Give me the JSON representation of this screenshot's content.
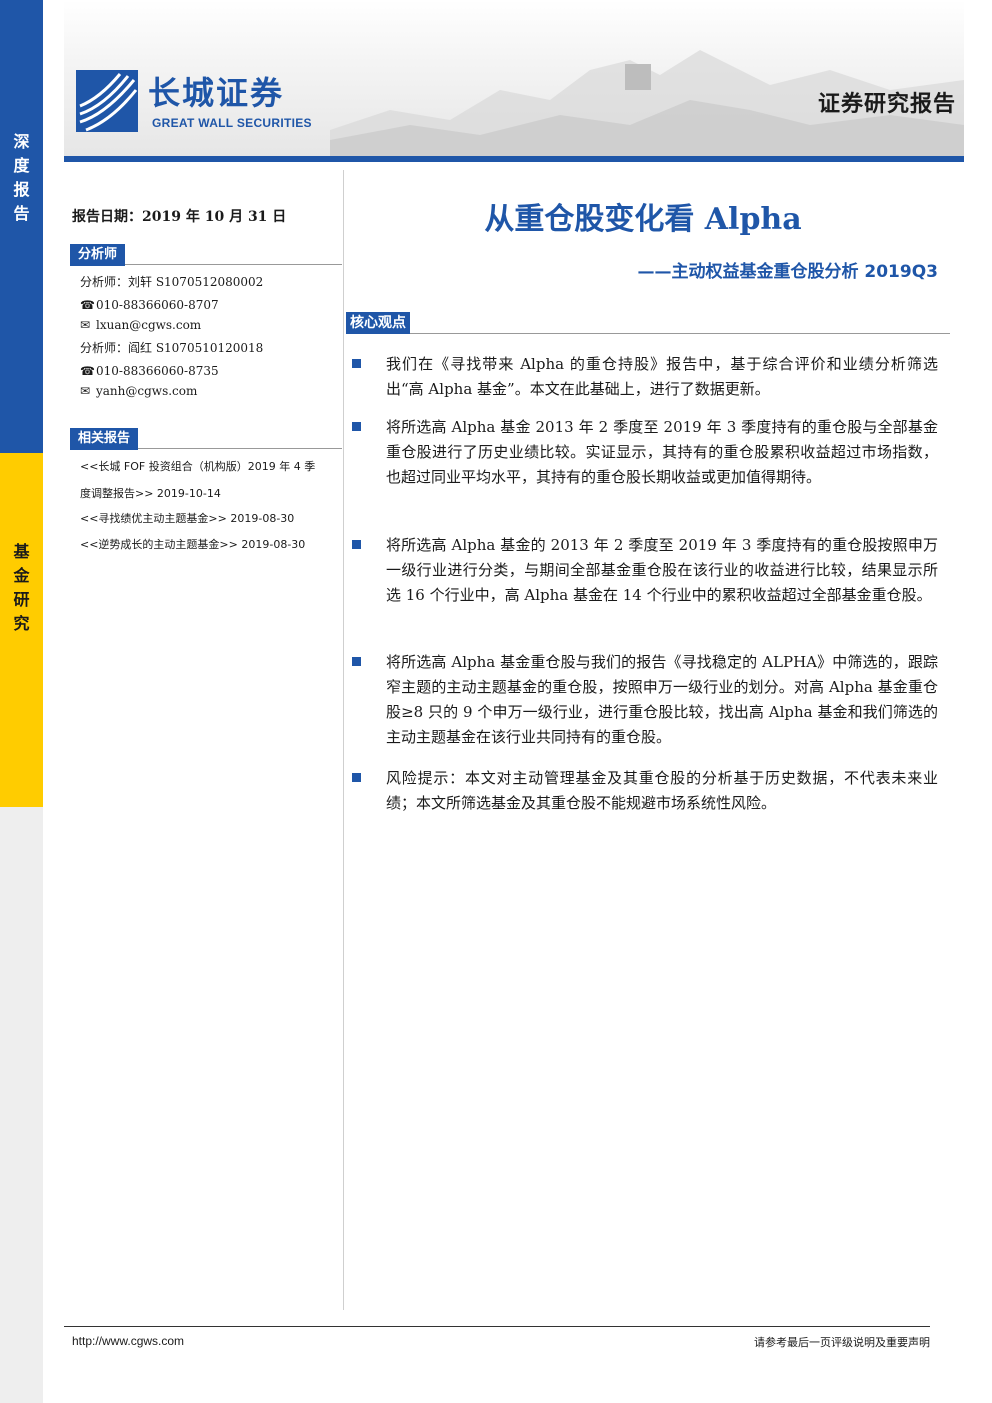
{
  "sidebar": {
    "top_label": [
      "深",
      "度",
      "报",
      "告"
    ],
    "bottom_label": [
      "基",
      "金",
      "研",
      "究"
    ]
  },
  "header": {
    "logo_cn": "长城证券",
    "logo_en": "GREAT WALL SECURITIES",
    "report_type": "证券研究报告"
  },
  "colors": {
    "brand_blue": "#1f56a8",
    "accent_yellow": "#ffcc00"
  },
  "left": {
    "report_date": "报告日期：2019 年 10 月 31 日",
    "analyst_heading": "分析师",
    "analysts": [
      {
        "line": "分析师：刘轩  S1070512080002",
        "phone": "010-88366060-8707",
        "email": "lxuan@cgws.com"
      },
      {
        "line": "分析师：阎红  S1070510120018",
        "phone": "010-88366060-8735",
        "email": "yanh@cgws.com"
      }
    ],
    "icons": {
      "phone": "phone-icon",
      "email": "email-icon"
    },
    "related_heading": "相关报告",
    "related": [
      "<<长城 FOF 投资组合（机构版）2019 年 4 季",
      "度调整报告>> 2019-10-14",
      "<<寻找绩优主动主题基金>> 2019-08-30",
      "<<逆势成长的主动主题基金>> 2019-08-30"
    ]
  },
  "main": {
    "title": "从重仓股变化看 Alpha",
    "subtitle": "——主动权益基金重仓股分析 2019Q3",
    "core_heading": "核心观点",
    "bullets": [
      "我们在《寻找带来 Alpha 的重仓持股》报告中，基于综合评价和业绩分析筛选出“高 Alpha 基金”。本文在此基础上，进行了数据更新。",
      "将所选高 Alpha 基金 2013 年 2 季度至 2019 年 3 季度持有的重仓股与全部基金重仓股进行了历史业绩比较。实证显示，其持有的重仓股累积收益超过市场指数，也超过同业平均水平，其持有的重仓股长期收益或更加值得期待。",
      "将所选高 Alpha 基金的 2013 年 2 季度至 2019 年 3 季度持有的重仓股按照申万一级行业进行分类，与期间全部基金重仓股在该行业的收益进行比较，结果显示所选 16 个行业中，高 Alpha 基金在 14 个行业中的累积收益超过全部基金重仓股。",
      "将所选高 Alpha 基金重仓股与我们的报告《寻找稳定的 ALPHA》中筛选的，跟踪窄主题的主动主题基金的重仓股，按照申万一级行业的划分。对高 Alpha 基金重仓股≥8 只的 9 个申万一级行业，进行重仓股比较，找出高 Alpha 基金和我们筛选的主动主题基金在该行业共同持有的重仓股。",
      "风险提示：本文对主动管理基金及其重仓股的分析基于历史数据，不代表未来业绩；本文所筛选基金及其重仓股不能规避市场系统性风险。"
    ]
  },
  "footer": {
    "url": "http://www.cgws.com",
    "note": "请参考最后一页评级说明及重要声明"
  }
}
